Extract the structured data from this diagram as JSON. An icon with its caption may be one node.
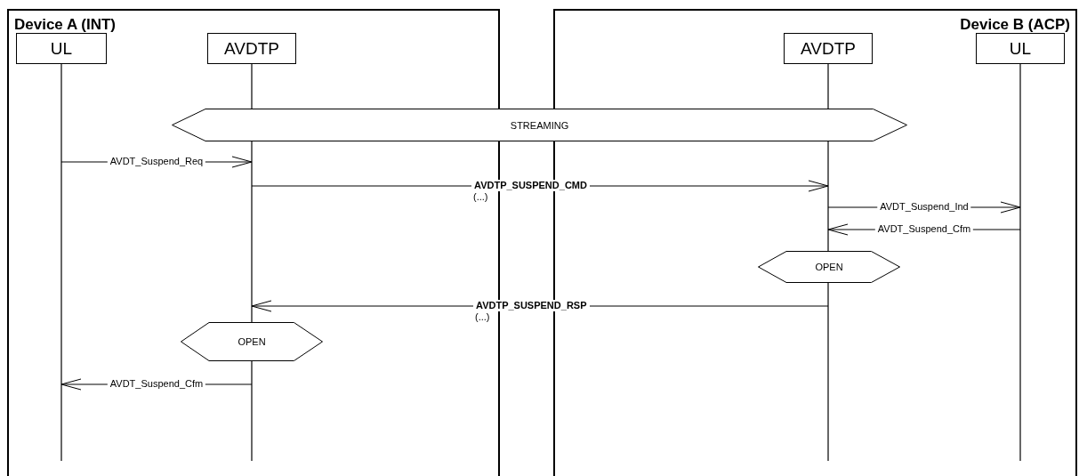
{
  "diagram": {
    "nodes": [
      {
        "text": [
          "Device A (INT)"
        ]
      },
      {
        "text": [
          "UL"
        ],
        "in": 0
      },
      {
        "text": [
          "AVDTP"
        ],
        "in": 0
      },
      {
        "text": [
          "Device B (ACP)"
        ]
      },
      {
        "text": [
          "AVDTP"
        ],
        "in": 3
      },
      {
        "text": [
          "UL"
        ],
        "in": 3
      },
      {
        "text": [
          "STREAMING"
        ]
      },
      {
        "text": [
          "OPEN"
        ],
        "in": 3
      },
      {
        "text": [
          "OPEN"
        ],
        "in": 0
      }
    ],
    "edges": [
      {
        "from": 1,
        "to": 2,
        "arrow": "to",
        "label": "AVDT_Suspend_Req"
      },
      {
        "from": 2,
        "to": 4,
        "arrow": "to",
        "label": "AVDTP_SUSPEND_CMD"
      },
      {
        "from": 4,
        "to": 5,
        "arrow": "to",
        "label": "AVDT_Suspend_Ind"
      },
      {
        "from": 5,
        "to": 4,
        "arrow": "to",
        "label": "AVDT_Suspend_Cfm"
      },
      {
        "from": 4,
        "to": 2,
        "arrow": "to",
        "label": "AVDTP_SUSPEND_RSP"
      },
      {
        "from": 2,
        "to": 1,
        "arrow": "to",
        "label": "AVDT_Suspend_Cfm"
      }
    ],
    "labels": [
      "(...)",
      "(...)"
    ]
  }
}
